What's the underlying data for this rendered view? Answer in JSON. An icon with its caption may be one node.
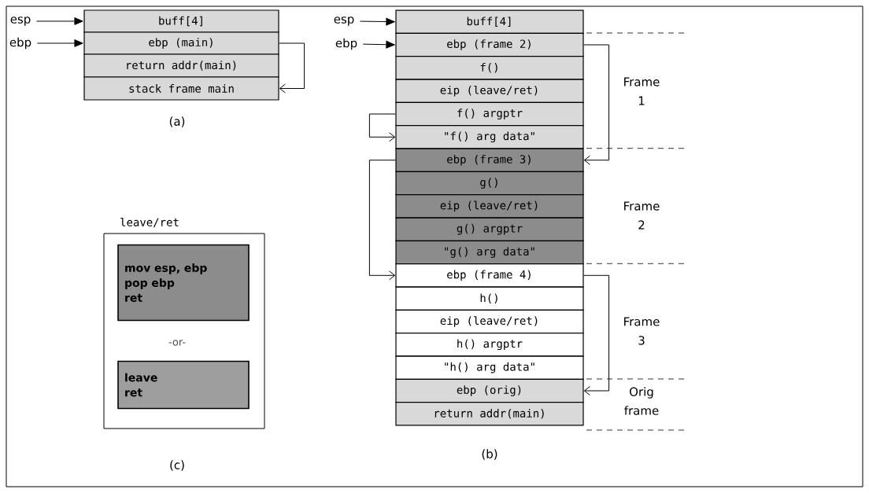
{
  "diagram": {
    "nodes": [
      {
        "text": [
          "esp"
        ]
      },
      {
        "text": [
          "ebp"
        ]
      },
      {
        "text": [
          "buff[4]"
        ]
      },
      {
        "text": [
          "ebp (main)"
        ]
      },
      {
        "text": [
          "return addr(main)"
        ]
      },
      {
        "text": [
          "stack frame main"
        ]
      },
      {
        "text": [
          "esp"
        ]
      },
      {
        "text": [
          "ebp"
        ]
      },
      {
        "text": [
          "buff[4]"
        ]
      },
      {
        "text": [
          "ebp (frame 2)"
        ]
      },
      {
        "text": [
          "f()"
        ]
      },
      {
        "text": [
          "eip (leave/ret)"
        ]
      },
      {
        "text": [
          "f() argptr"
        ]
      },
      {
        "text": [
          "\"f() arg data\""
        ]
      },
      {
        "text": [
          "ebp (frame 3)"
        ]
      },
      {
        "text": [
          "g()"
        ]
      },
      {
        "text": [
          "eip (leave/ret)"
        ]
      },
      {
        "text": [
          "g() argptr"
        ]
      },
      {
        "text": [
          "\"g() arg data\""
        ]
      },
      {
        "text": [
          "ebp (frame 4)"
        ]
      },
      {
        "text": [
          "h()"
        ]
      },
      {
        "text": [
          "eip (leave/ret)"
        ]
      },
      {
        "text": [
          "h() argptr"
        ]
      },
      {
        "text": [
          "\"h() arg data\""
        ]
      },
      {
        "text": [
          "ebp (orig)"
        ]
      },
      {
        "text": [
          "return addr(main)"
        ]
      },
      {
        "text": [
          "leave/ret",
          "-or-"
        ]
      },
      {
        "text": [
          "mov esp, ebp",
          "pop ebp",
          "ret"
        ],
        "in": 26
      },
      {
        "text": [
          "leave",
          "ret"
        ],
        "in": 26
      }
    ],
    "edges": [
      {
        "from": 0,
        "to": 2,
        "arrow": "to"
      },
      {
        "from": 1,
        "to": 3,
        "arrow": "to"
      },
      {
        "from": 3,
        "to": 5,
        "arrow": "to"
      },
      {
        "from": 6,
        "to": 8,
        "arrow": "to"
      },
      {
        "from": 7,
        "to": 9,
        "arrow": "to"
      },
      {
        "from": 9,
        "to": 14,
        "arrow": "to"
      },
      {
        "from": 12,
        "to": 13,
        "arrow": "to"
      },
      {
        "from": 14,
        "to": 19,
        "arrow": "to"
      },
      {
        "from": 19,
        "to": 24,
        "arrow": "to"
      }
    ],
    "labels": [
      "Frame 1",
      "(a)",
      "Frame 2",
      "Frame 3",
      "Orig frame",
      "(b)",
      "(c)"
    ]
  }
}
